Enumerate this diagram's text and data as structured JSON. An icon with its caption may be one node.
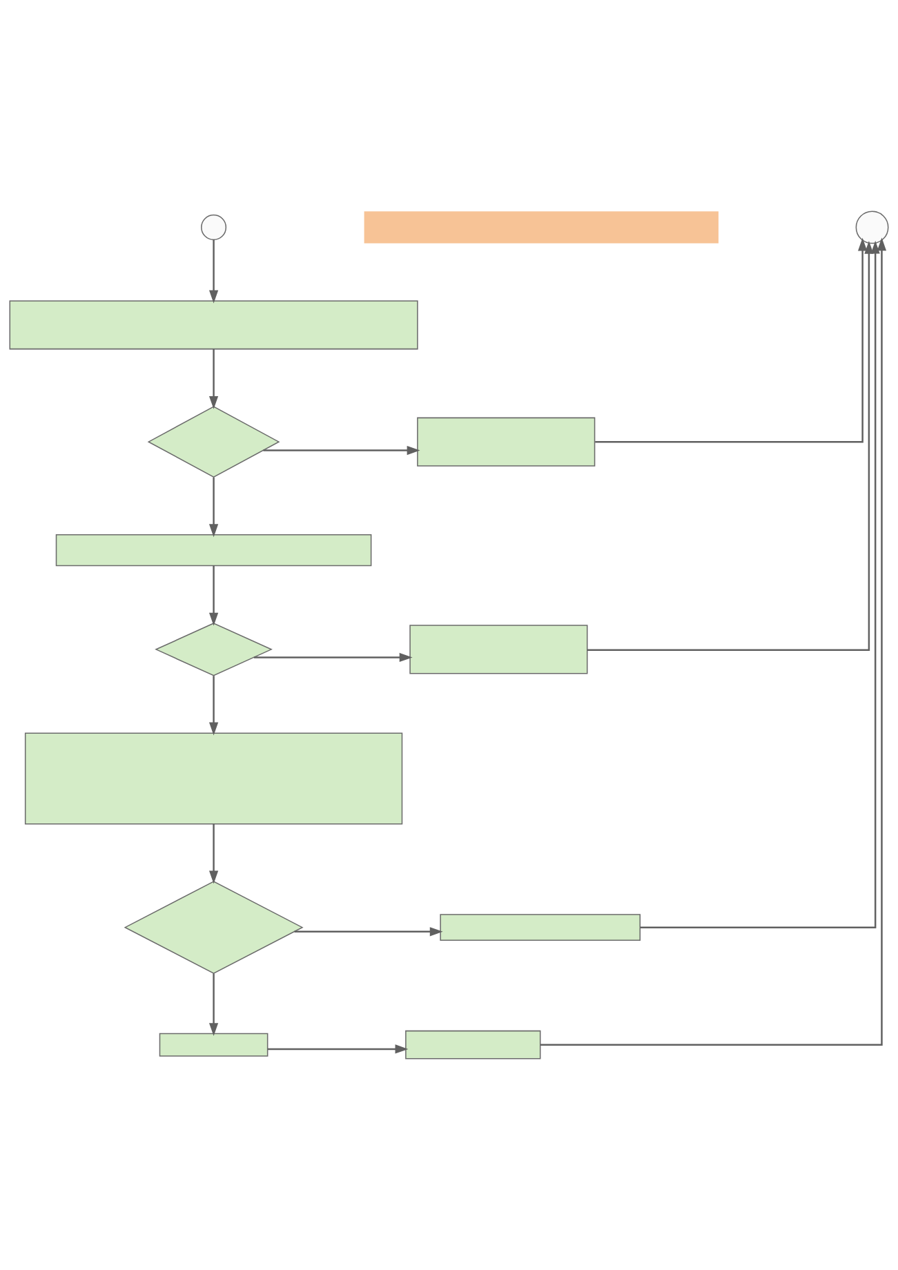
{
  "diagram": {
    "nodes": [
      {
        "text": [],
        "shape": "circle"
      },
      {
        "text": [],
        "shape": "bar"
      },
      {
        "text": [],
        "shape": "circle"
      },
      {
        "text": [],
        "shape": "box"
      },
      {
        "text": [],
        "shape": "diamond"
      },
      {
        "text": [],
        "shape": "box"
      },
      {
        "text": [],
        "shape": "box"
      },
      {
        "text": [],
        "shape": "diamond"
      },
      {
        "text": [],
        "shape": "box"
      },
      {
        "text": [],
        "shape": "box"
      },
      {
        "text": [],
        "shape": "diamond"
      },
      {
        "text": [],
        "shape": "box"
      },
      {
        "text": [],
        "shape": "box"
      },
      {
        "text": [],
        "shape": "box"
      }
    ],
    "edges": [
      {
        "from": 0,
        "to": 3,
        "arrow": "to"
      },
      {
        "from": 3,
        "to": 4,
        "arrow": "to"
      },
      {
        "from": 4,
        "to": 5,
        "arrow": "to"
      },
      {
        "from": 5,
        "to": 2,
        "arrow": "to"
      },
      {
        "from": 4,
        "to": 6,
        "arrow": "to"
      },
      {
        "from": 6,
        "to": 7,
        "arrow": "to"
      },
      {
        "from": 7,
        "to": 8,
        "arrow": "to"
      },
      {
        "from": 8,
        "to": 2,
        "arrow": "to"
      },
      {
        "from": 7,
        "to": 9,
        "arrow": "to"
      },
      {
        "from": 9,
        "to": 10,
        "arrow": "to"
      },
      {
        "from": 10,
        "to": 11,
        "arrow": "to"
      },
      {
        "from": 11,
        "to": 2,
        "arrow": "to"
      },
      {
        "from": 10,
        "to": 12,
        "arrow": "to"
      },
      {
        "from": 12,
        "to": 13,
        "arrow": "to"
      },
      {
        "from": 13,
        "to": 2,
        "arrow": "to"
      }
    ]
  }
}
